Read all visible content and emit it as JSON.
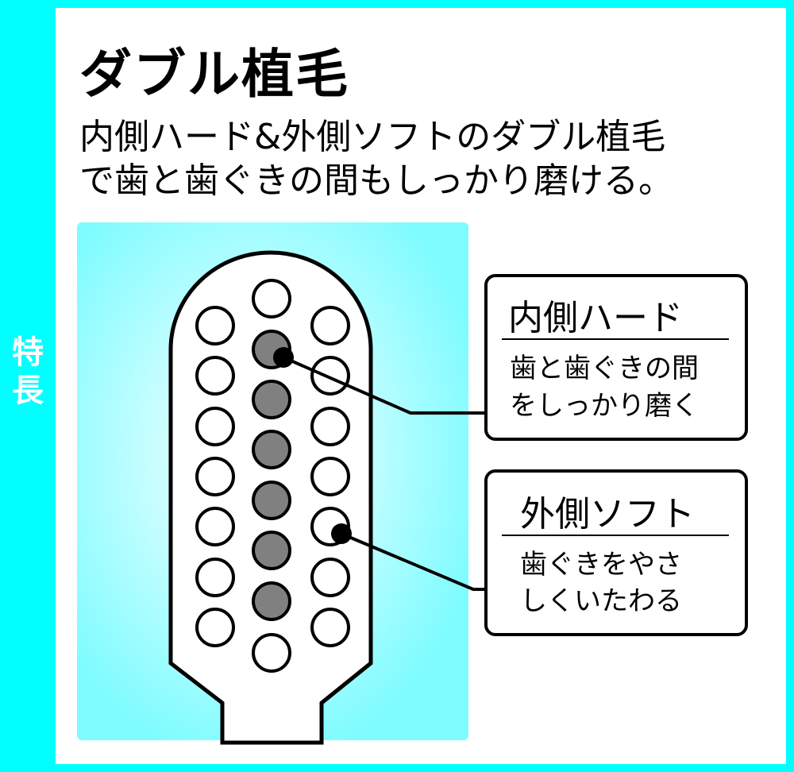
{
  "side_label": [
    "特",
    "長"
  ],
  "title": "ダブル植毛",
  "description": [
    "内側ハード&外側ソフトのダブル植毛",
    "で歯と歯ぐきの間もしっかり磨ける。"
  ],
  "callouts": [
    {
      "heading": "内側ハード",
      "lines": [
        "歯と歯ぐきの間",
        "をしっかり磨く"
      ]
    },
    {
      "heading": "外側ソフト",
      "lines": [
        "歯ぐきをやさ",
        "しくいたわる"
      ]
    }
  ],
  "colors": {
    "accent": "#00ffff",
    "hard_bristle": "#808080",
    "soft_bristle": "#ffffff"
  }
}
